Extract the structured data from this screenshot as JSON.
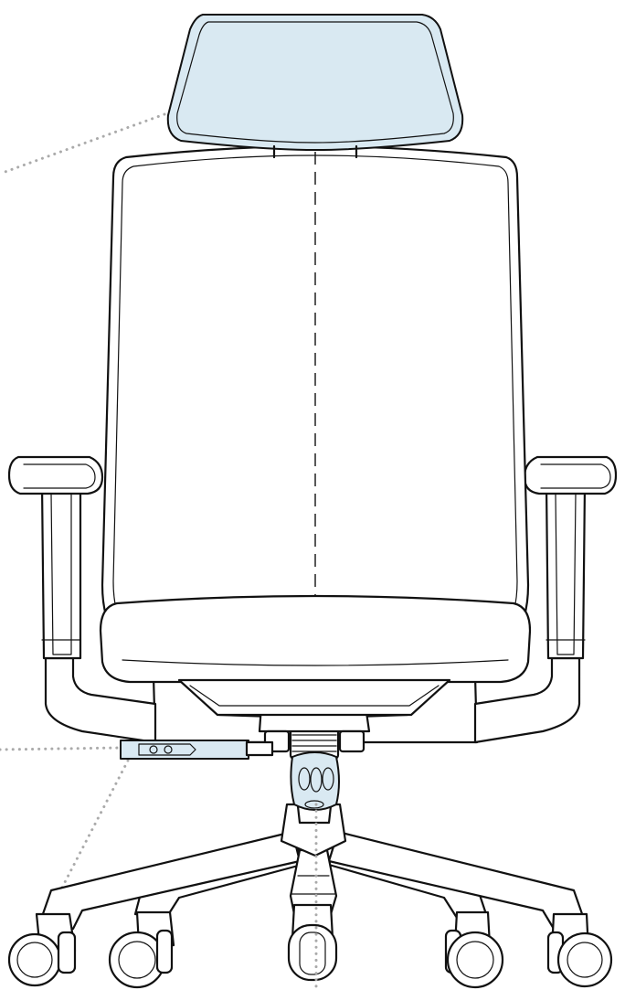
{
  "diagram": {
    "subject": "office-chair",
    "colors": {
      "outline": "#111111",
      "fill": "#ffffff",
      "highlight": "#d9e9f2",
      "leader": "#aaaaaa"
    },
    "highlighted_parts": [
      "headrest",
      "seat-depth-lever",
      "gas-lift-adjuster"
    ],
    "callouts": [
      "headrest-leader",
      "lever-leader",
      "caster-leader",
      "gas-lift-leader"
    ]
  }
}
